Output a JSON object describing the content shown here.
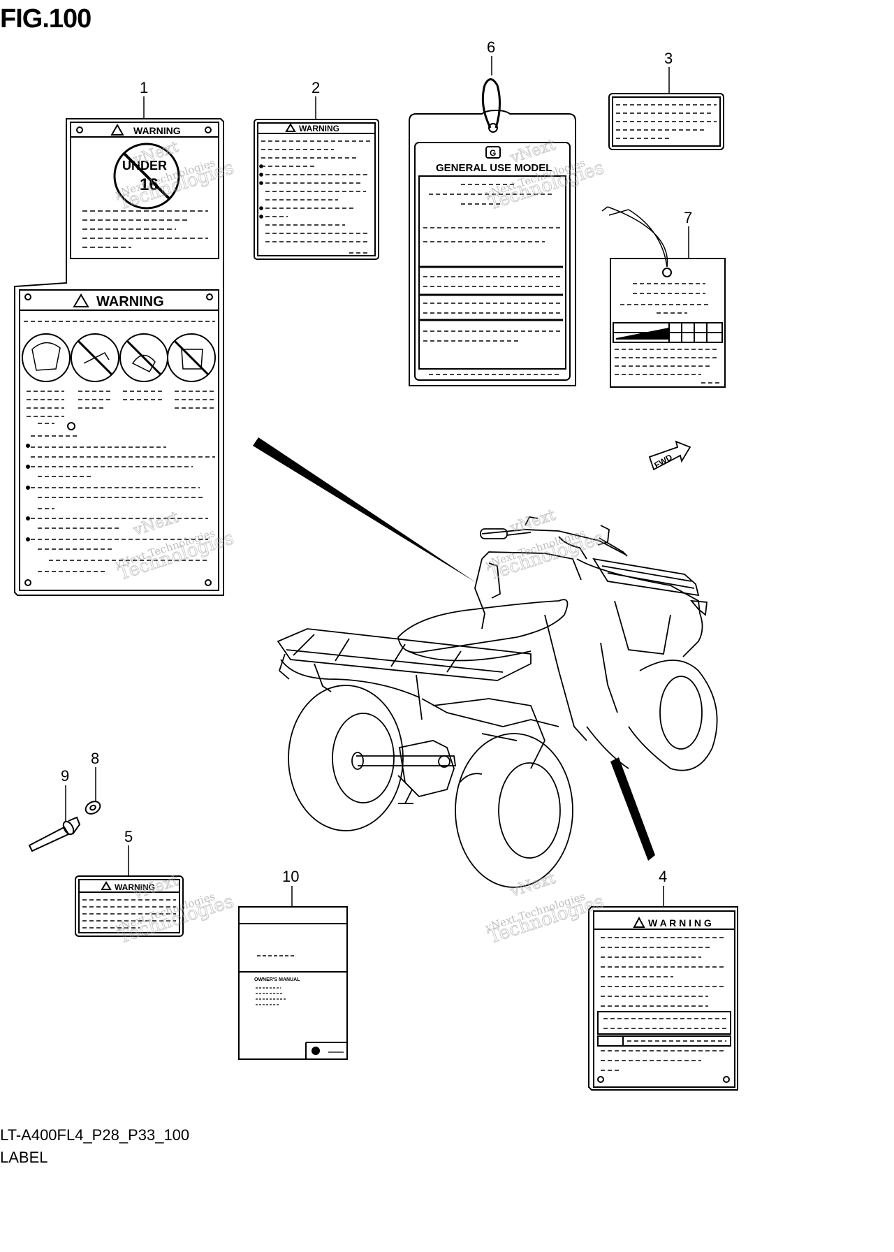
{
  "figure": {
    "title": "FIG.100",
    "model_code": "LT-A400FL4_P28_P33_100",
    "name": "LABEL"
  },
  "callouts": [
    "1",
    "2",
    "3",
    "4",
    "5",
    "6",
    "7",
    "8",
    "9",
    "10"
  ],
  "labels": {
    "warning": "WARNING",
    "warning_spaced": "W A R N I N G",
    "under": "UNDER",
    "age": "16",
    "general_use_model": "GENERAL USE MODEL",
    "owners_manual": "OWNER'S MANUAL",
    "fwd": "FWD",
    "g_mark": "G"
  },
  "watermark": [
    "vNext Technologies",
    "vNext",
    "Technologies"
  ]
}
